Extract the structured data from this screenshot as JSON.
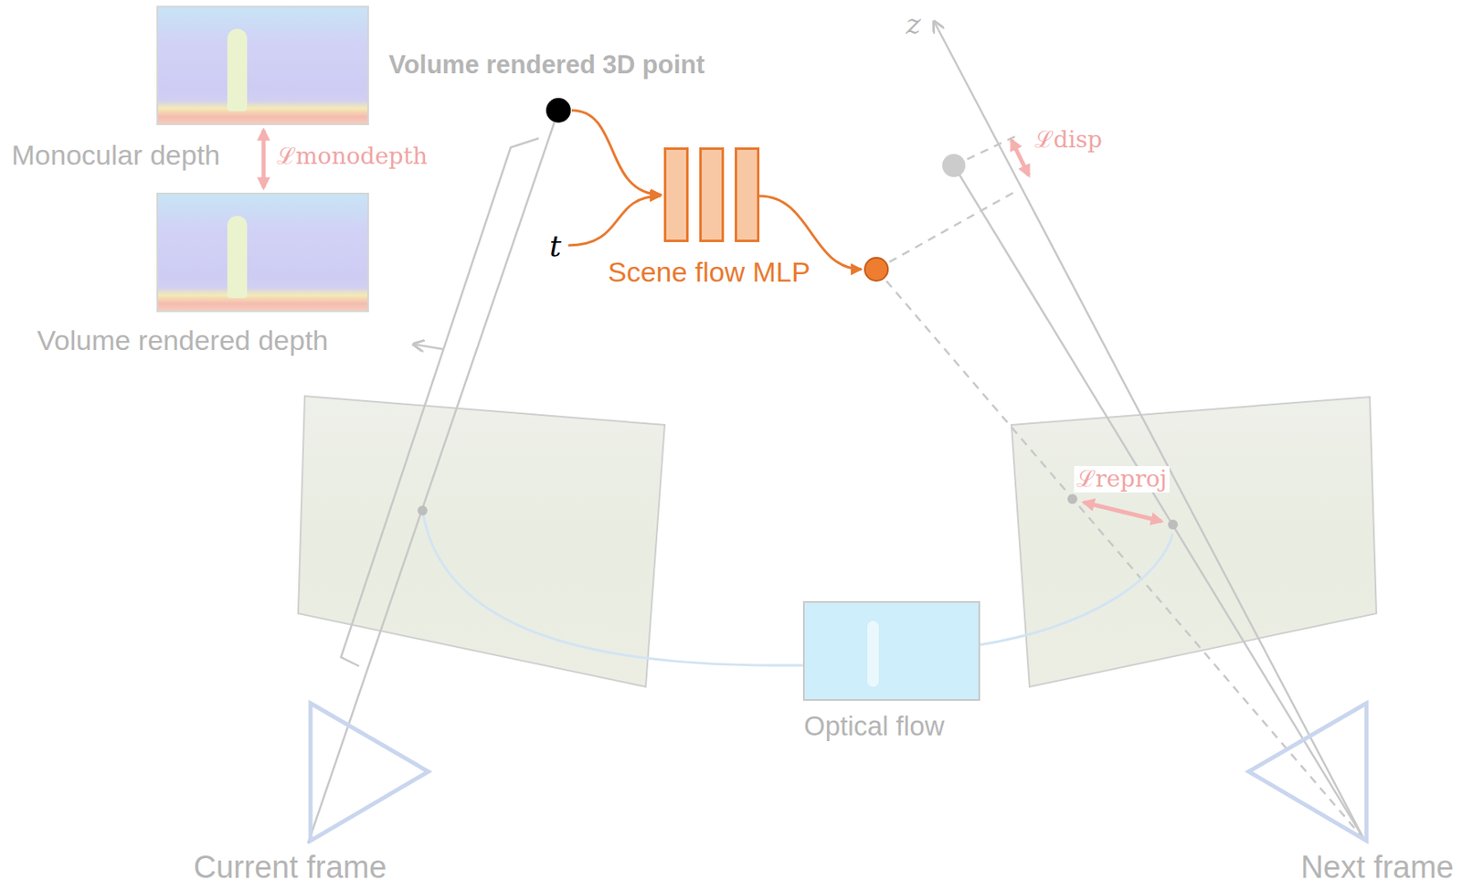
{
  "diagram": {
    "nodes": [
      {
        "text": [
          "Monocular depth"
        ]
      },
      {
        "text": [
          "Volume rendered depth"
        ]
      },
      {
        "text": [
          "Volume rendered 3D point"
        ]
      },
      {
        "text": [
          "Scene flow MLP"
        ]
      },
      {
        "text": [
          "Optical flow"
        ]
      },
      {
        "text": [
          "Current frame"
        ]
      },
      {
        "text": [
          "Next frame"
        ]
      }
    ],
    "edges": [
      {
        "from": 0,
        "to": 1,
        "arrow": "both",
        "label": "ℒmonodepth"
      },
      {
        "from": 2,
        "to": 3,
        "arrow": "to"
      }
    ],
    "labels": [
      "t",
      "z",
      "ℒdisp",
      "ℒreproj"
    ]
  }
}
